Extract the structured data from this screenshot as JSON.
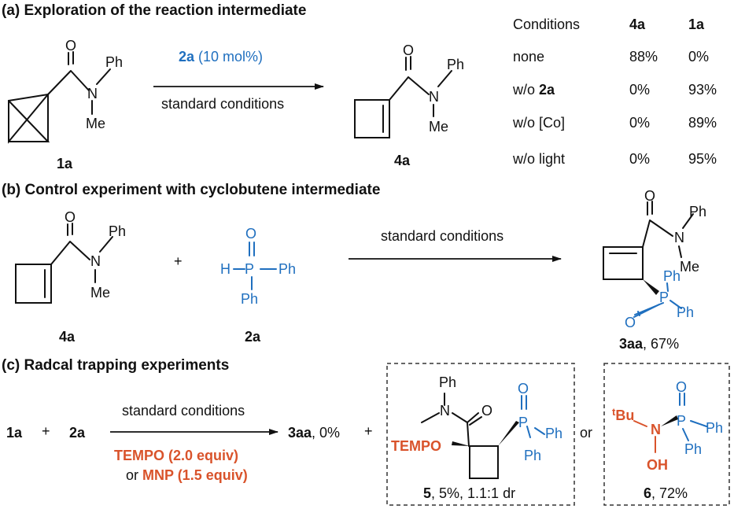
{
  "colors": {
    "blue": "#1f6fbf",
    "orange": "#d9532b"
  },
  "panel_a": {
    "heading": "(a) Exploration of the reaction intermediate",
    "reagent_bold": "2a",
    "reagent_rest": " (10 mol%)",
    "conditions": "standard conditions",
    "start_label": "1a",
    "product_label": "4a",
    "atoms": {
      "O": "O",
      "N": "N",
      "Ph": "Ph",
      "Me": "Me"
    },
    "table": {
      "headers": [
        "Conditions",
        "4a",
        "1a"
      ],
      "rows": [
        {
          "pre": "none",
          "bold": "",
          "post": "",
          "v4a": "88%",
          "v1a": "0%"
        },
        {
          "pre": "w/o ",
          "bold": "2a",
          "post": "",
          "v4a": "0%",
          "v1a": "93%"
        },
        {
          "pre": "w/o [Co]",
          "bold": "",
          "post": "",
          "v4a": "0%",
          "v1a": "89%"
        },
        {
          "pre": "w/o light",
          "bold": "",
          "post": "",
          "v4a": "0%",
          "v1a": "95%"
        }
      ]
    }
  },
  "panel_b": {
    "heading": "(b) Control experiment with cyclobutene intermediate",
    "conditions": "standard conditions",
    "plus": "+",
    "label_4a": "4a",
    "label_2a": "2a",
    "product_label_bold": "3aa",
    "product_label_rest": ", 67%",
    "atoms": {
      "O": "O",
      "N": "N",
      "Ph": "Ph",
      "Me": "Me",
      "P": "P",
      "H": "H"
    }
  },
  "panel_c": {
    "heading": "(c) Radcal trapping experiments",
    "reactant1": "1a",
    "plus": "+",
    "reactant2": "2a",
    "conditions": "standard conditions",
    "additive1": "TEMPO (2.0 equiv)",
    "or_word": "or ",
    "additive2": "MNP (1.5 equiv)",
    "result_bold": "3aa",
    "result_rest": ", 0%",
    "plus2": "+",
    "or_between": "or",
    "box1_label_bold": "5",
    "box1_label_rest": ", 5%, 1.1:1 dr",
    "box2_label_bold": "6",
    "box2_label_rest": ", 72%",
    "tempo": "TEMPO",
    "tbu_sup": "t",
    "tbu_base": "Bu",
    "oh": "OH",
    "atoms": {
      "O": "O",
      "N": "N",
      "Ph": "Ph",
      "P": "P"
    }
  }
}
